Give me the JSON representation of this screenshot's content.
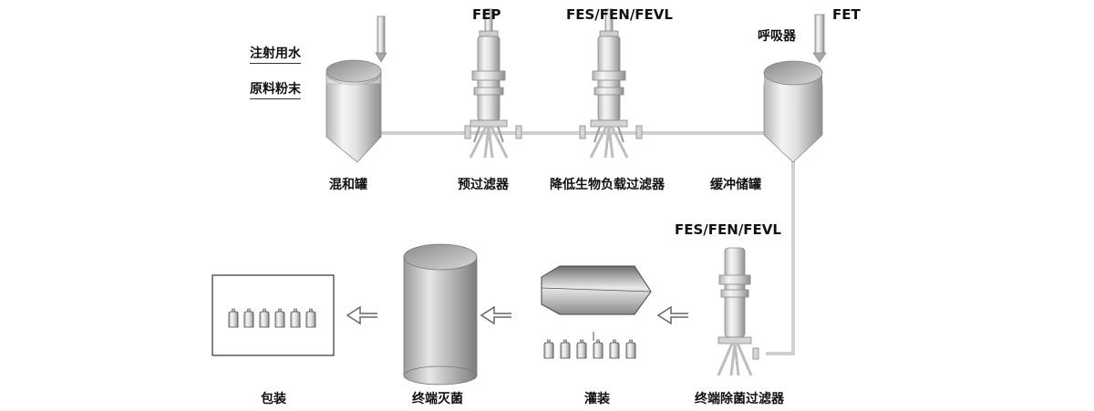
{
  "codes": {
    "prefilter": "FEP",
    "bioburden": "FES/FEN/FEVL",
    "vent": "FET",
    "sterile": "FES/FEN/FEVL"
  },
  "inputs": {
    "water": "注射用水",
    "powder": "原料粉末",
    "breather": "呼吸器"
  },
  "stages": {
    "mixing_tank": "混和罐",
    "prefilter": "预过滤器",
    "bioburden_filter": "降低生物负载过滤器",
    "buffer_tank": "缓冲储罐",
    "sterile_filter": "终端除菌过滤器",
    "filling": "灌装",
    "terminal_sterilization": "终端灭菌",
    "packaging": "包装"
  },
  "colors": {
    "pipe": "#cfcfcf",
    "vessel_light": "#f2f2f2",
    "vessel_dark": "#9a9a9a",
    "text": "#111111"
  },
  "icons": [
    "mixing-tank-icon",
    "filter-housing-icon",
    "buffer-tank-icon",
    "vent-filter-icon",
    "filling-machine-icon",
    "bottle-icon",
    "sterilizer-icon",
    "package-box-icon",
    "flow-arrow-icon"
  ]
}
